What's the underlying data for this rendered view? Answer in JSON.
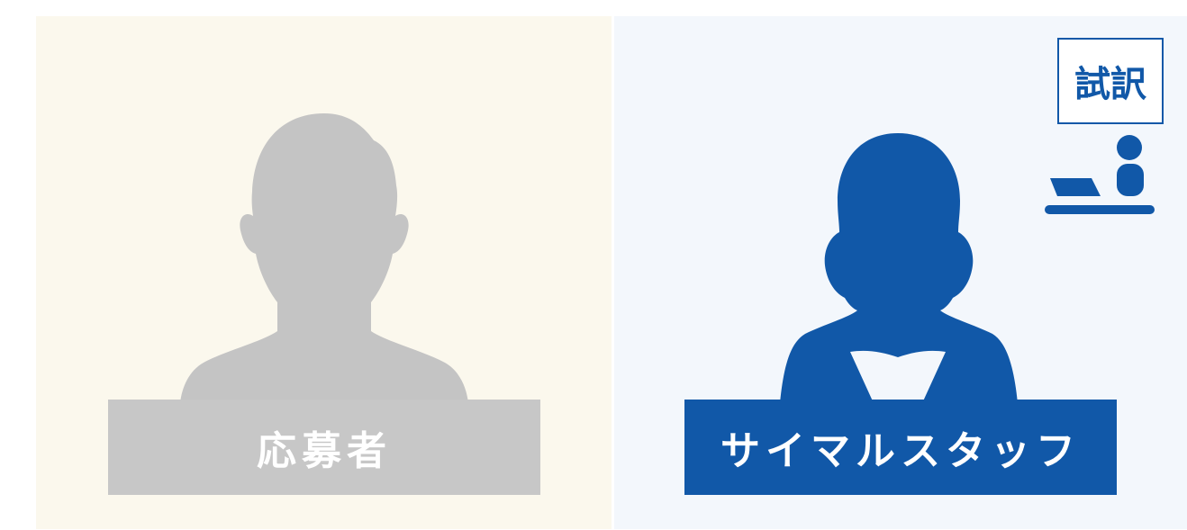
{
  "left_panel": {
    "label": "応募者",
    "silhouette_icon": "male-person-silhouette-icon",
    "background_color": "#fbf8ed",
    "figure_color": "#c4c4c4",
    "label_color": "#c7c7c7"
  },
  "right_panel": {
    "label": "サイマルスタッフ",
    "silhouette_icon": "female-person-silhouette-icon",
    "background_color": "#f3f7fc",
    "figure_color": "#1158a8",
    "label_color": "#1158a8",
    "badge": {
      "label": "試訳"
    },
    "badge_icon": "person-at-laptop-icon"
  }
}
